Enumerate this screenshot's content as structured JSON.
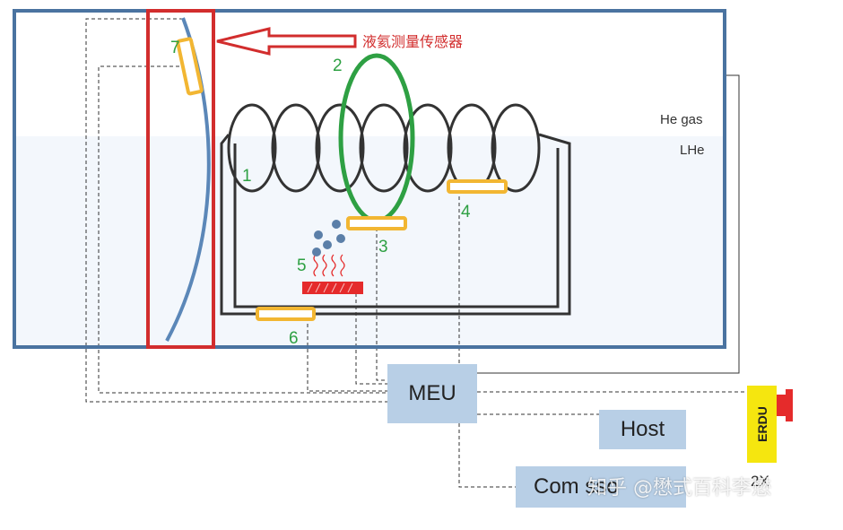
{
  "diagram": {
    "sensor_title": "液氦测量传感器",
    "gas_labels": {
      "he_gas": "He gas",
      "lhe": "LHe"
    },
    "numbers": [
      "1",
      "2",
      "3",
      "4",
      "5",
      "6",
      "7"
    ],
    "boxes": {
      "meu": "MEU",
      "host": "Host",
      "compressor": "Com      sso"
    },
    "erdu": {
      "label": "ERDU",
      "count": "2X"
    },
    "watermark": "知乎 @懋式百科李懋"
  },
  "colors": {
    "vessel_border": "#4a73a0",
    "lhe_fill": "#f3f7fc",
    "highlight_red": "#d22d2d",
    "green": "#2ea043",
    "sensor_yellow": "#f2b632",
    "box_fill": "#b8cfe6",
    "erdu_yellow": "#f5e60f"
  }
}
